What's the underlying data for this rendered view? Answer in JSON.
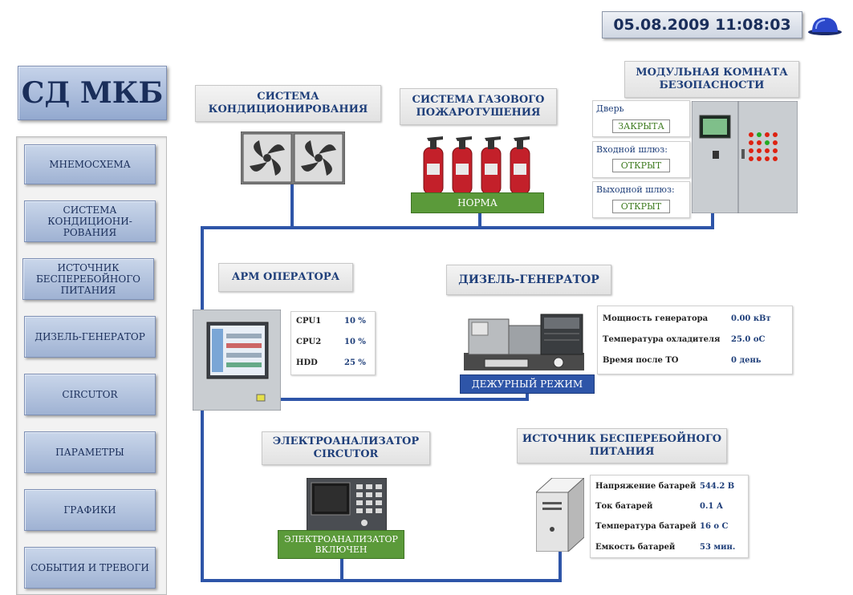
{
  "header": {
    "datetime": "05.08.2009 11:08:03",
    "app_title": "СД МКБ"
  },
  "nav": [
    {
      "label": "МНЕМОСХЕМА"
    },
    {
      "label": "СИСТЕМА КОНДИЦИОНИ-РОВАНИЯ"
    },
    {
      "label": "ИСТОЧНИК БЕСПЕРЕБОЙНОГО ПИТАНИЯ"
    },
    {
      "label": "ДИЗЕЛЬ-ГЕНЕРАТОР"
    },
    {
      "label": "CIRCUTOR"
    },
    {
      "label": "ПАРАМЕТРЫ"
    },
    {
      "label": "ГРАФИКИ"
    },
    {
      "label": "СОБЫТИЯ И ТРЕВОГИ"
    }
  ],
  "hvac": {
    "title": "СИСТЕМА КОНДИЦИОНИРОВАНИЯ"
  },
  "fire": {
    "title": "СИСТЕМА ГАЗОВОГО ПОЖАРОТУШЕНИЯ",
    "status": "НОРМА"
  },
  "room": {
    "title": "МОДУЛЬНАЯ КОМНАТА БЕЗОПАСНОСТИ",
    "door": {
      "label": "Дверь",
      "status": "ЗАКРЫТА"
    },
    "entry": {
      "label": "Входной шлюз:",
      "status": "ОТКРЫТ"
    },
    "exit": {
      "label": "Выходной шлюз:",
      "status": "ОТКРЫТ"
    }
  },
  "operator": {
    "title": "АРМ ОПЕРАТОРА",
    "rows": [
      {
        "name": "CPU1",
        "value": "10 %"
      },
      {
        "name": "CPU2",
        "value": "10 %"
      },
      {
        "name": "HDD",
        "value": "25 %"
      }
    ]
  },
  "diesel": {
    "title": "ДИЗЕЛЬ-ГЕНЕРАТОР",
    "status": "ДЕЖУРНЫЙ РЕЖИМ",
    "rows": [
      {
        "name": "Мощность генератора",
        "value": "0.00 кВт"
      },
      {
        "name": "Температура охладителя",
        "value": "25.0 оС"
      },
      {
        "name": "Время после ТО",
        "value": "0  день"
      }
    ]
  },
  "analyzer": {
    "title": "ЭЛЕКТРОАНАЛИЗАТОР CIRCUTOR",
    "status": "ЭЛЕКТРОАНАЛИЗАТОР ВКЛЮЧЕН"
  },
  "ups": {
    "title": "ИСТОЧНИК БЕСПЕРЕБОЙНОГО ПИТАНИЯ",
    "rows": [
      {
        "name": "Напряжение батарей",
        "value": "544.2 В"
      },
      {
        "name": "Ток батарей",
        "value": "0.1 А"
      },
      {
        "name": "Температура батарей",
        "value": "16 о С"
      },
      {
        "name": "Емкость батарей",
        "value": "53 мин."
      }
    ]
  },
  "colors": {
    "pipe": "#2e55a8",
    "ok": "#5b9a3a",
    "accent": "#1f3f7a"
  }
}
